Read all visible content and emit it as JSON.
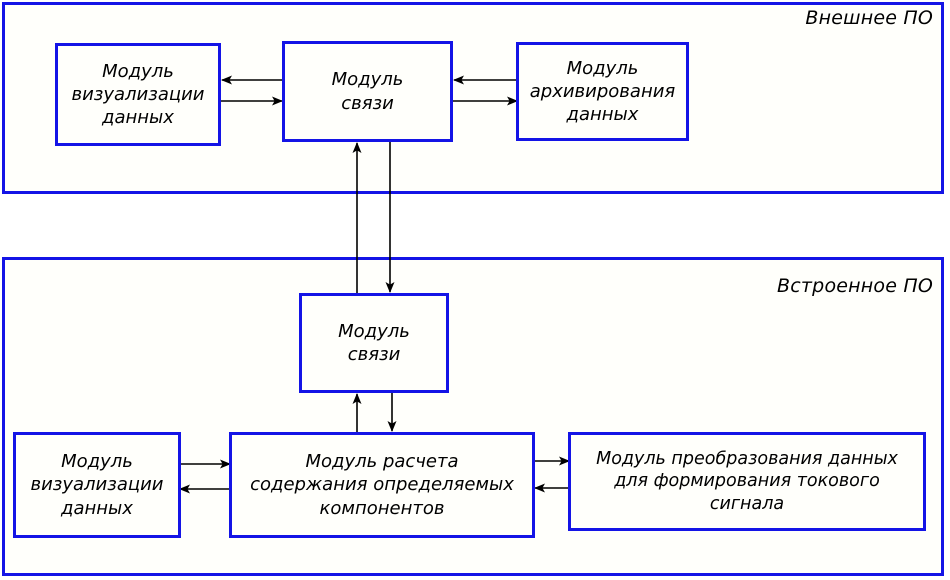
{
  "diagram": {
    "title_external": "Внешнее ПО",
    "title_embedded": "Встроенное ПО",
    "colors": {
      "border": "#1414e6",
      "arrow": "#000000",
      "background": "#ffffff",
      "box_fill": "#fffffb"
    },
    "containers": [
      {
        "id": "external",
        "label": "Внешнее ПО"
      },
      {
        "id": "embedded",
        "label": "Встроенное ПО"
      }
    ],
    "boxes": [
      {
        "id": "ext-visual",
        "container": "external",
        "label": "Модуль\nвизуализации\nданных"
      },
      {
        "id": "ext-comm",
        "container": "external",
        "label": "Модуль\nсвязи"
      },
      {
        "id": "ext-archive",
        "container": "external",
        "label": "Модуль\nархивирования\nданных"
      },
      {
        "id": "emb-comm",
        "container": "embedded",
        "label": "Модуль\nсвязи"
      },
      {
        "id": "emb-visual",
        "container": "embedded",
        "label": "Модуль\nвизуализации\nданных"
      },
      {
        "id": "emb-calc",
        "container": "embedded",
        "label": "Модуль расчета\nсодержания определяемых\nкомпонентов"
      },
      {
        "id": "emb-convert",
        "container": "embedded",
        "label": "Модуль преобразования данных\nдля формирования токового\nсигнала"
      }
    ],
    "connections": [
      {
        "from": "ext-comm",
        "to": "ext-visual",
        "direction": "left"
      },
      {
        "from": "ext-visual",
        "to": "ext-comm",
        "direction": "right"
      },
      {
        "from": "ext-archive",
        "to": "ext-comm",
        "direction": "left"
      },
      {
        "from": "ext-comm",
        "to": "ext-archive",
        "direction": "right"
      },
      {
        "from": "emb-comm",
        "to": "ext-comm",
        "direction": "up"
      },
      {
        "from": "ext-comm",
        "to": "emb-comm",
        "direction": "down"
      },
      {
        "from": "emb-calc",
        "to": "emb-comm",
        "direction": "up"
      },
      {
        "from": "emb-comm",
        "to": "emb-calc",
        "direction": "down"
      },
      {
        "from": "emb-visual",
        "to": "emb-calc",
        "direction": "right"
      },
      {
        "from": "emb-calc",
        "to": "emb-visual",
        "direction": "left"
      },
      {
        "from": "emb-calc",
        "to": "emb-convert",
        "direction": "right"
      },
      {
        "from": "emb-convert",
        "to": "emb-calc",
        "direction": "left"
      }
    ]
  }
}
